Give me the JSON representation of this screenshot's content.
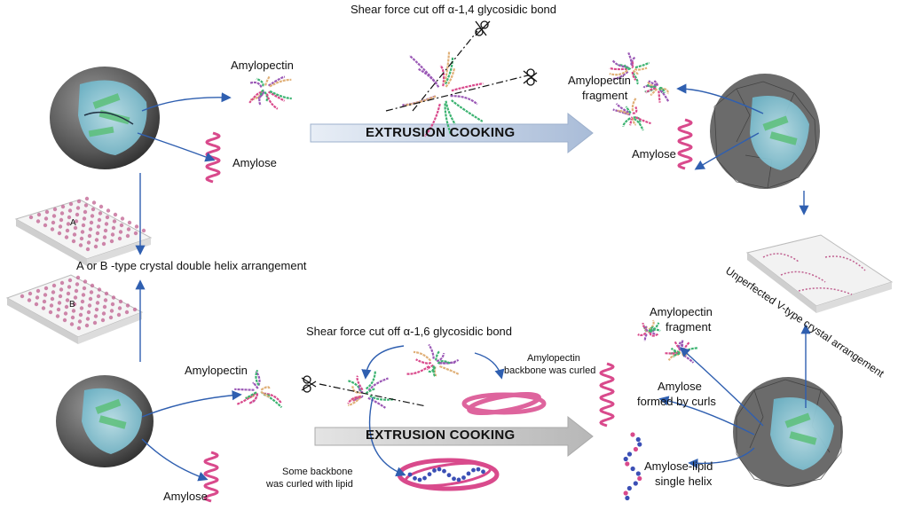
{
  "top": {
    "shear_label": "Shear force cut off α-1,4 glycosidic bond",
    "amylopectin_label": "Amylopectin",
    "amylose_label": "Amylose",
    "process_label": "EXTRUSION COOKING",
    "fragment_label_line1": "Amylopectin",
    "fragment_label_line2": "fragment",
    "amylose_right_label": "Amylose"
  },
  "middle": {
    "arrangement_label": "A or B -type crystal double helix arrangement",
    "plate_a_letter": "A",
    "plate_b_letter": "B",
    "v_type_label": "Unperfected V-type crystal arrangement"
  },
  "bottom": {
    "shear_label": "Shear force cut off α-1,6 glycosidic bond",
    "amylopectin_label": "Amylopectin",
    "amylose_label": "Amylose",
    "process_label": "EXTRUSION COOKING",
    "backbone_curled_line1": "Amylopectin",
    "backbone_curled_line2": "backbone was curled",
    "lipid_curled_line1": "Some  backbone",
    "lipid_curled_line2": "was curled with lipid",
    "fragment_label_line1": "Amylopectin",
    "fragment_label_line2": "fragment",
    "curl_amylose_line1": "Amylose",
    "curl_amylose_line2": "formed by curls",
    "lipid_helix_line1": "Amylose-lipid",
    "lipid_helix_line2": "single helix"
  },
  "colors": {
    "helix": "#d94a8c",
    "branch_purple": "#9b59b6",
    "branch_green": "#3cb371",
    "branch_tan": "#e0b078",
    "connector_blue": "#2f5fb0",
    "process_arrow": "#b9c8de",
    "granule_dark": "#5e5e5e",
    "granule_inner": "#7fc9d9"
  }
}
